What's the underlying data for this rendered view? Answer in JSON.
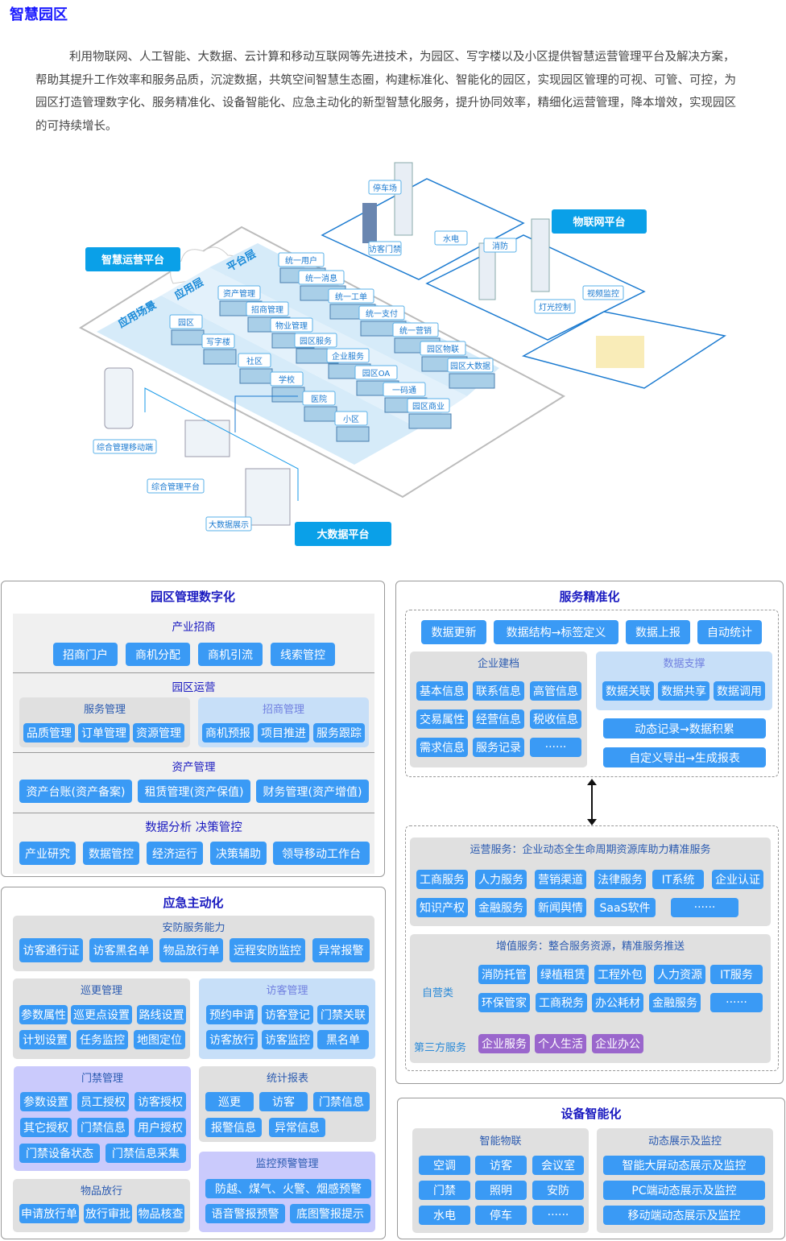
{
  "header": {
    "title": "智慧园区"
  },
  "intro": "利用物联网、人工智能、大数据、云计算和移动互联网等先进技术，为园区、写字楼以及小区提供智慧运营管理平台及解决方案，帮助其提升工作效率和服务品质，沉淀数据，共筑空间智慧生态圈，构建标准化、智能化的园区，实现园区管理的可视、可管、可控，为园区打造管理数字化、服务精准化、设备智能化、应急主动化的新型智慧化服务，提升协同效率，精细化运营管理，降本增效，实现园区的可持续增长。",
  "diagram": {
    "platforms": {
      "ops": "智慧运营平台",
      "iot": "物联网平台",
      "bigdata": "大数据平台"
    },
    "layers": {
      "platform": "平台层",
      "app": "应用层",
      "scene": "应用场景"
    },
    "platform_items": [
      "统一用户",
      "统一消息",
      "统一工单",
      "统一支付",
      "统一营销",
      "园区物联",
      "园区大数据"
    ],
    "app_items": [
      "资产管理",
      "招商管理",
      "物业管理",
      "园区服务",
      "企业服务",
      "园区OA",
      "一码通",
      "园区商业"
    ],
    "scene_items": [
      "园区",
      "写字楼",
      "社区",
      "学校",
      "医院",
      "小区"
    ],
    "iot_items": [
      "停车场",
      "访客门禁",
      "水电",
      "消防",
      "灯光控制",
      "视频监控"
    ],
    "terminals": [
      "综合管理移动端",
      "综合管理平台",
      "大数据展示"
    ]
  },
  "digital": {
    "title": "园区管理数字化",
    "s1": {
      "title": "产业招商",
      "items": [
        "招商门户",
        "商机分配",
        "商机引流",
        "线索管控"
      ]
    },
    "s2": {
      "title": "园区运营",
      "g1": {
        "title": "服务管理",
        "items": [
          "品质管理",
          "订单管理",
          "资源管理"
        ]
      },
      "g2": {
        "title": "招商管理",
        "items": [
          "商机预报",
          "项目推进",
          "服务跟踪"
        ]
      }
    },
    "s3": {
      "title": "资产管理",
      "items": [
        "资产台账(资产备案)",
        "租赁管理(资产保值)",
        "财务管理(资产增值)"
      ]
    },
    "s4": {
      "title": "数据分析 决策管控",
      "items": [
        "产业研究",
        "数据管控",
        "经济运行",
        "决策辅助",
        "领导移动工作台"
      ]
    }
  },
  "emergency": {
    "title": "应急主动化",
    "security": {
      "title": "安防服务能力",
      "items": [
        "访客通行证",
        "访客黑名单",
        "物品放行单",
        "远程安防监控",
        "异常报警"
      ]
    },
    "patrol": {
      "title": "巡更管理",
      "items": [
        "参数属性",
        "巡更点设置",
        "路线设置",
        "计划设置",
        "任务监控",
        "地图定位"
      ]
    },
    "visitor": {
      "title": "访客管理",
      "items": [
        "预约申请",
        "访客登记",
        "门禁关联",
        "访客放行",
        "访客监控",
        "黑名单"
      ]
    },
    "access": {
      "title": "门禁管理",
      "items": [
        "参数设置",
        "员工授权",
        "访客授权",
        "其它授权",
        "门禁信息",
        "用户授权",
        "门禁设备状态",
        "门禁信息采集"
      ]
    },
    "report": {
      "title": "统计报表",
      "items": [
        "巡更",
        "访客",
        "门禁信息",
        "报警信息",
        "异常信息"
      ]
    },
    "goods": {
      "title": "物品放行",
      "items": [
        "申请放行单",
        "放行审批",
        "物品核查"
      ]
    },
    "alarm": {
      "title": "监控预警管理",
      "items": [
        "防越、煤气、火警、烟感预警",
        "语音警报预警",
        "底图警报提示"
      ]
    }
  },
  "service": {
    "title": "服务精准化",
    "top": [
      "数据更新",
      "数据结构→标签定义",
      "数据上报",
      "自动统计"
    ],
    "archive": {
      "title": "企业建档",
      "items": [
        "基本信息",
        "联系信息",
        "高管信息",
        "交易属性",
        "经营信息",
        "税收信息",
        "需求信息",
        "服务记录",
        "······"
      ]
    },
    "support": {
      "title": "数据支撑",
      "items": [
        "数据关联",
        "数据共享",
        "数据调用"
      ]
    },
    "flows": [
      "动态记录→数据积累",
      "自定义导出→生成报表"
    ],
    "ops": {
      "title": "运营服务：企业动态全生命周期资源库助力精准服务",
      "items": [
        "工商服务",
        "人力服务",
        "营销渠道",
        "法律服务",
        "IT系统",
        "企业认证",
        "知识产权",
        "金融服务",
        "新闻舆情",
        "SaaS软件",
        "······"
      ]
    },
    "value": {
      "title": "增值服务：整合服务资源，精准服务推送",
      "self_label": "自营类",
      "self_items": [
        "消防托管",
        "绿植租赁",
        "工程外包",
        "人力资源",
        "IT服务",
        "环保管家",
        "工商税务",
        "办公耗材",
        "金融服务",
        "······"
      ],
      "third_label": "第三方服务",
      "third_items": [
        "企业服务",
        "个人生活",
        "企业办公"
      ]
    }
  },
  "device": {
    "title": "设备智能化",
    "iot": {
      "title": "智能物联",
      "items": [
        "空调",
        "访客",
        "会议室",
        "门禁",
        "照明",
        "安防",
        "水电",
        "停车",
        "······"
      ]
    },
    "display": {
      "title": "动态展示及监控",
      "items": [
        "智能大屏动态展示及监控",
        "PC端动态展示及监控",
        "移动端动态展示及监控"
      ]
    }
  }
}
